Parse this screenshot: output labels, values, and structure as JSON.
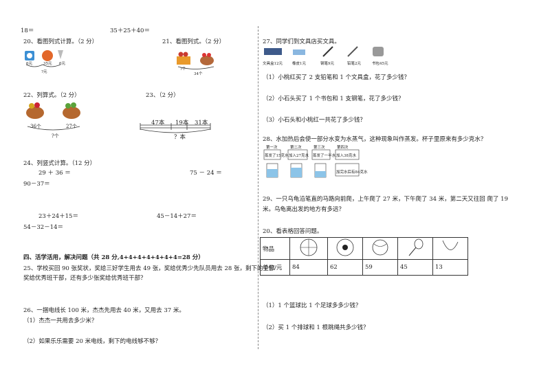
{
  "left": {
    "top_line_a": "18＝",
    "top_line_b": "35＋25＋40＝",
    "q20": {
      "title": "20、看图列式计算。（2 分）",
      "tag_a": "6元",
      "tag_b": "35元",
      "tag_c": "6元",
      "total": "?元"
    },
    "q21": {
      "title": "21、看图列式。（2 分）",
      "left": "?个",
      "total": "34个"
    },
    "q22": {
      "title": "22、列算式。（2 分）",
      "a": "36个",
      "b": "27个",
      "total": "?个"
    },
    "q23": {
      "title": "23、（2 分）",
      "a": "47本",
      "b": "19本",
      "c": "31本",
      "total": "？本"
    },
    "q24": {
      "title": "24、列竖式计算。（12 分）",
      "e1": "29 ＋ 36 ＝",
      "e2": "75 － 24 ＝",
      "e3": "90－37＝",
      "e4": "23＋24＋15＝",
      "e5": "45－14＋27＝",
      "e6": "54－32－14＝"
    },
    "section4": "四、活学活用，解决问题（共 28 分,4+4+4+4+4+4+4=28 分）",
    "q25_l1": "25、学校买回 90 张奖状，奖给三好学生用去 49 张，奖给优秀少先队员用去 28 张，剩下的全部",
    "q25_l2": "奖给优秀班干部，还有多少张奖给优秀班干部？",
    "q26": "26、一捆电线长 100 米，杰杰先用去 40 米，又用去 37 米。",
    "q26_1": "（1）杰杰一共用去多少米？",
    "q26_2": "（2）如果乐乐需要 20 米电线，剩下的电线够不够？"
  },
  "right": {
    "q27": "27、同学们到文具店买文具。",
    "items": [
      "文具盒12元",
      "橡皮1元",
      "钢笔9元",
      "铅笔2元",
      "书包45元"
    ],
    "q27_1": "（1）小桃红买了 2 支铅笔和 1 个文具盒，花了多少钱？",
    "q27_2": "（2）小石头买了 1 个书包和 1 支钢笔，花了多少钱？",
    "q27_3": "（3）小石头和小桃红一共花了多少钱？",
    "q28": "28、水加热后会使一部分水变为水蒸气，这种现象叫作蒸发。杯子里原来有多少克水？",
    "steps": [
      "第一次",
      "第二次",
      "第三次",
      "第四次"
    ],
    "step_notes": [
      "蒸发了15克水",
      "加入27克水",
      "蒸发了一半水",
      "加入38克水"
    ],
    "step_end": "加完水后有84克水",
    "q29_l1": "29、一只乌龟沿笔直的马路向前爬，上午爬了 27 米，下午爬了 34 米，第二天又往回 爬了 19",
    "q29_l2": "米。乌龟离出发的地方有多远？",
    "q20b": "20、看表格回答问题。",
    "table": {
      "row1": "物品",
      "row2": "单价/元",
      "prices": [
        "84",
        "62",
        "59",
        "45",
        "13"
      ]
    },
    "q20b_1": "（1）1 个篮球比 1 个足球多多少钱？",
    "q20b_2": "（2）买 1 个排球和 1 根跳绳共多少钱？"
  }
}
